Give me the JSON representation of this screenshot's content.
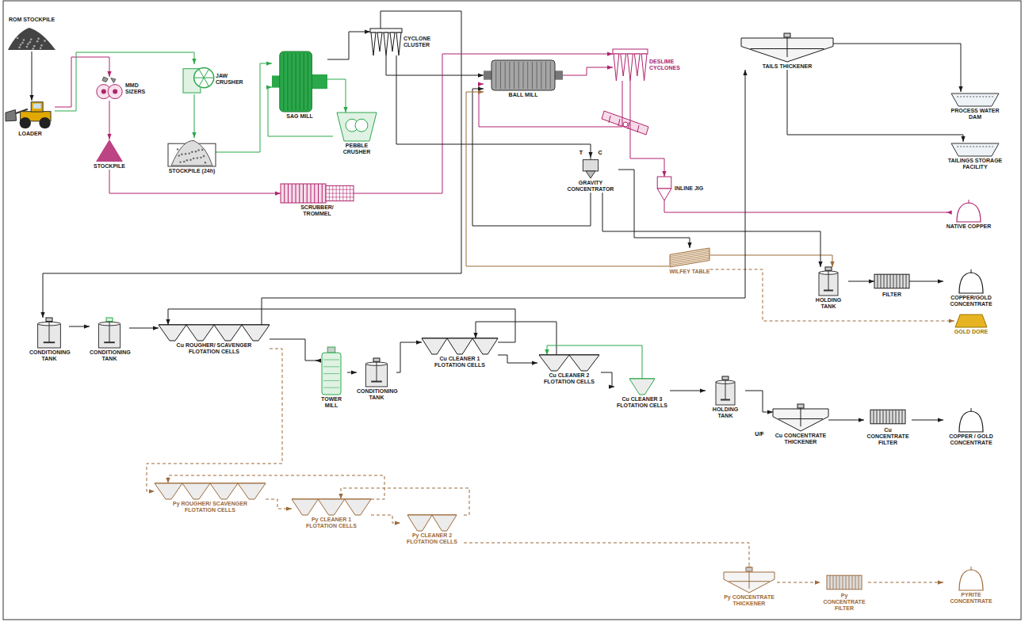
{
  "diagram": {
    "nodes": [
      {
        "text": [
          "ROM STOCKPILE"
        ]
      },
      {
        "text": [
          "LOADER"
        ]
      },
      {
        "text": [
          "MMD SIZERS"
        ]
      },
      {
        "text": [
          "JAW CRUSHER"
        ]
      },
      {
        "text": [
          "STOCKPILE"
        ]
      },
      {
        "text": [
          "STOCKPILE (24h)"
        ]
      },
      {
        "text": [
          "SAG MILL"
        ]
      },
      {
        "text": [
          "PEBBLE CRUSHER"
        ]
      },
      {
        "text": [
          "SCRUBBER/ TROMMEL"
        ]
      },
      {
        "text": [
          "CYCLONE CLUSTER"
        ]
      },
      {
        "text": [
          "BALL MILL"
        ]
      },
      {
        "text": [
          "DESLIME CYCLONES"
        ]
      },
      {
        "text": [
          "INLINE JIG"
        ]
      },
      {
        "text": [
          "GRAVITY CONCENTRATOR"
        ]
      },
      {
        "text": [
          "TAILS THICKENER"
        ]
      },
      {
        "text": [
          "PROCESS WATER DAM"
        ]
      },
      {
        "text": [
          "TAILINGS STORAGE FACILITY"
        ]
      },
      {
        "text": [
          "NATIVE COPPER"
        ]
      },
      {
        "text": [
          "WILFEY TABLE"
        ]
      },
      {
        "text": [
          "HOLDING TANK"
        ]
      },
      {
        "text": [
          "FILTER"
        ]
      },
      {
        "text": [
          "COPPER/GOLD CONCENTRATE"
        ]
      },
      {
        "text": [
          "GOLD DORE"
        ]
      },
      {
        "text": [
          "CONDITIONING TANK"
        ]
      },
      {
        "text": [
          "CONDITIONING TANK"
        ]
      },
      {
        "text": [
          "Cu ROUGHER/ SCAVENGER FLOTATION CELLS"
        ]
      },
      {
        "text": [
          "TOWER MILL"
        ]
      },
      {
        "text": [
          "CONDITIONING TANK"
        ]
      },
      {
        "text": [
          "Cu CLEANER 1 FLOTATION CELLS"
        ]
      },
      {
        "text": [
          "Cu CLEANER 2 FLOTATION CELLS"
        ]
      },
      {
        "text": [
          "Cu CLEANER 3 FLOTATION CELLS"
        ]
      },
      {
        "text": [
          "HOLDING TANK"
        ]
      },
      {
        "text": [
          "Cu CONCENTRATE THICKENER"
        ]
      },
      {
        "text": [
          "Cu CONCENTRATE FILTER"
        ]
      },
      {
        "text": [
          "COPPER / GOLD CONCENTRATE"
        ]
      },
      {
        "text": [
          "Py ROUGHER/ SCAVENGER FLOTATION CELLS"
        ]
      },
      {
        "text": [
          "Py CLEANER 1 FLOTATION CELLS"
        ]
      },
      {
        "text": [
          "Py CLEANER 2 FLOTATION CELLS"
        ]
      },
      {
        "text": [
          "Py CONCENTRATE THICKENER"
        ]
      },
      {
        "text": [
          "Py CONCENTRATE FILTER"
        ]
      },
      {
        "text": [
          "PYRITE CONCENTRATE"
        ]
      }
    ],
    "edges": [
      {
        "from": 0,
        "to": 1,
        "arrow": "to"
      },
      {
        "from": 1,
        "to": 2,
        "arrow": "to"
      },
      {
        "from": 1,
        "to": 3,
        "arrow": "to"
      },
      {
        "from": 2,
        "to": 4,
        "arrow": "to"
      },
      {
        "from": 3,
        "to": 5,
        "arrow": "to"
      },
      {
        "from": 5,
        "to": 6,
        "arrow": "to"
      },
      {
        "from": 4,
        "to": 8,
        "arrow": "to"
      },
      {
        "from": 6,
        "to": 9,
        "arrow": "to"
      },
      {
        "from": 6,
        "to": 7,
        "arrow": "to"
      },
      {
        "from": 7,
        "to": 6,
        "arrow": "to"
      },
      {
        "from": 9,
        "to": 10,
        "arrow": "to"
      },
      {
        "from": 10,
        "to": 11,
        "arrow": "to"
      },
      {
        "from": 9,
        "to": 23,
        "arrow": "to"
      },
      {
        "from": 8,
        "to": 11,
        "arrow": "to"
      },
      {
        "from": 11,
        "to": 12,
        "arrow": "to"
      },
      {
        "from": 12,
        "to": 17,
        "arrow": "to"
      },
      {
        "from": 11,
        "to": 10,
        "arrow": "to"
      },
      {
        "from": 9,
        "to": 13,
        "arrow": "to"
      },
      {
        "from": 13,
        "to": 10,
        "arrow": "to"
      },
      {
        "from": 13,
        "to": 18,
        "arrow": "to"
      },
      {
        "from": 18,
        "to": 19,
        "arrow": "to"
      },
      {
        "from": 18,
        "to": 22,
        "arrow": "to"
      },
      {
        "from": 18,
        "to": 10,
        "arrow": "to"
      },
      {
        "from": 13,
        "to": 19,
        "arrow": "to"
      },
      {
        "from": 19,
        "to": 20,
        "arrow": "to"
      },
      {
        "from": 20,
        "to": 21,
        "arrow": "to"
      },
      {
        "from": 14,
        "to": 15,
        "arrow": "to"
      },
      {
        "from": 14,
        "to": 16,
        "arrow": "to"
      },
      {
        "from": 23,
        "to": 24,
        "arrow": "to"
      },
      {
        "from": 24,
        "to": 25,
        "arrow": "to"
      },
      {
        "from": 25,
        "to": 26,
        "arrow": "to"
      },
      {
        "from": 25,
        "to": 14,
        "arrow": "to"
      },
      {
        "from": 25,
        "to": 35,
        "arrow": "to"
      },
      {
        "from": 26,
        "to": 27,
        "arrow": "to"
      },
      {
        "from": 27,
        "to": 28,
        "arrow": "to"
      },
      {
        "from": 28,
        "to": 25,
        "arrow": "to"
      },
      {
        "from": 28,
        "to": 29,
        "arrow": "to"
      },
      {
        "from": 29,
        "to": 28,
        "arrow": "to"
      },
      {
        "from": 29,
        "to": 30,
        "arrow": "to"
      },
      {
        "from": 30,
        "to": 29,
        "arrow": "to"
      },
      {
        "from": 30,
        "to": 31,
        "arrow": "to"
      },
      {
        "from": 31,
        "to": 32,
        "arrow": "to"
      },
      {
        "from": 32,
        "to": 33,
        "arrow": "to"
      },
      {
        "from": 33,
        "to": 34,
        "arrow": "to"
      },
      {
        "from": 35,
        "to": 36,
        "arrow": "to"
      },
      {
        "from": 36,
        "to": 35,
        "arrow": "to"
      },
      {
        "from": 36,
        "to": 37,
        "arrow": "to"
      },
      {
        "from": 37,
        "to": 36,
        "arrow": "to"
      },
      {
        "from": 37,
        "to": 38,
        "arrow": "to"
      },
      {
        "from": 38,
        "to": 39,
        "arrow": "to"
      },
      {
        "from": 39,
        "to": 40,
        "arrow": "to"
      }
    ],
    "labels": [
      "T",
      "C",
      "U/F"
    ]
  }
}
